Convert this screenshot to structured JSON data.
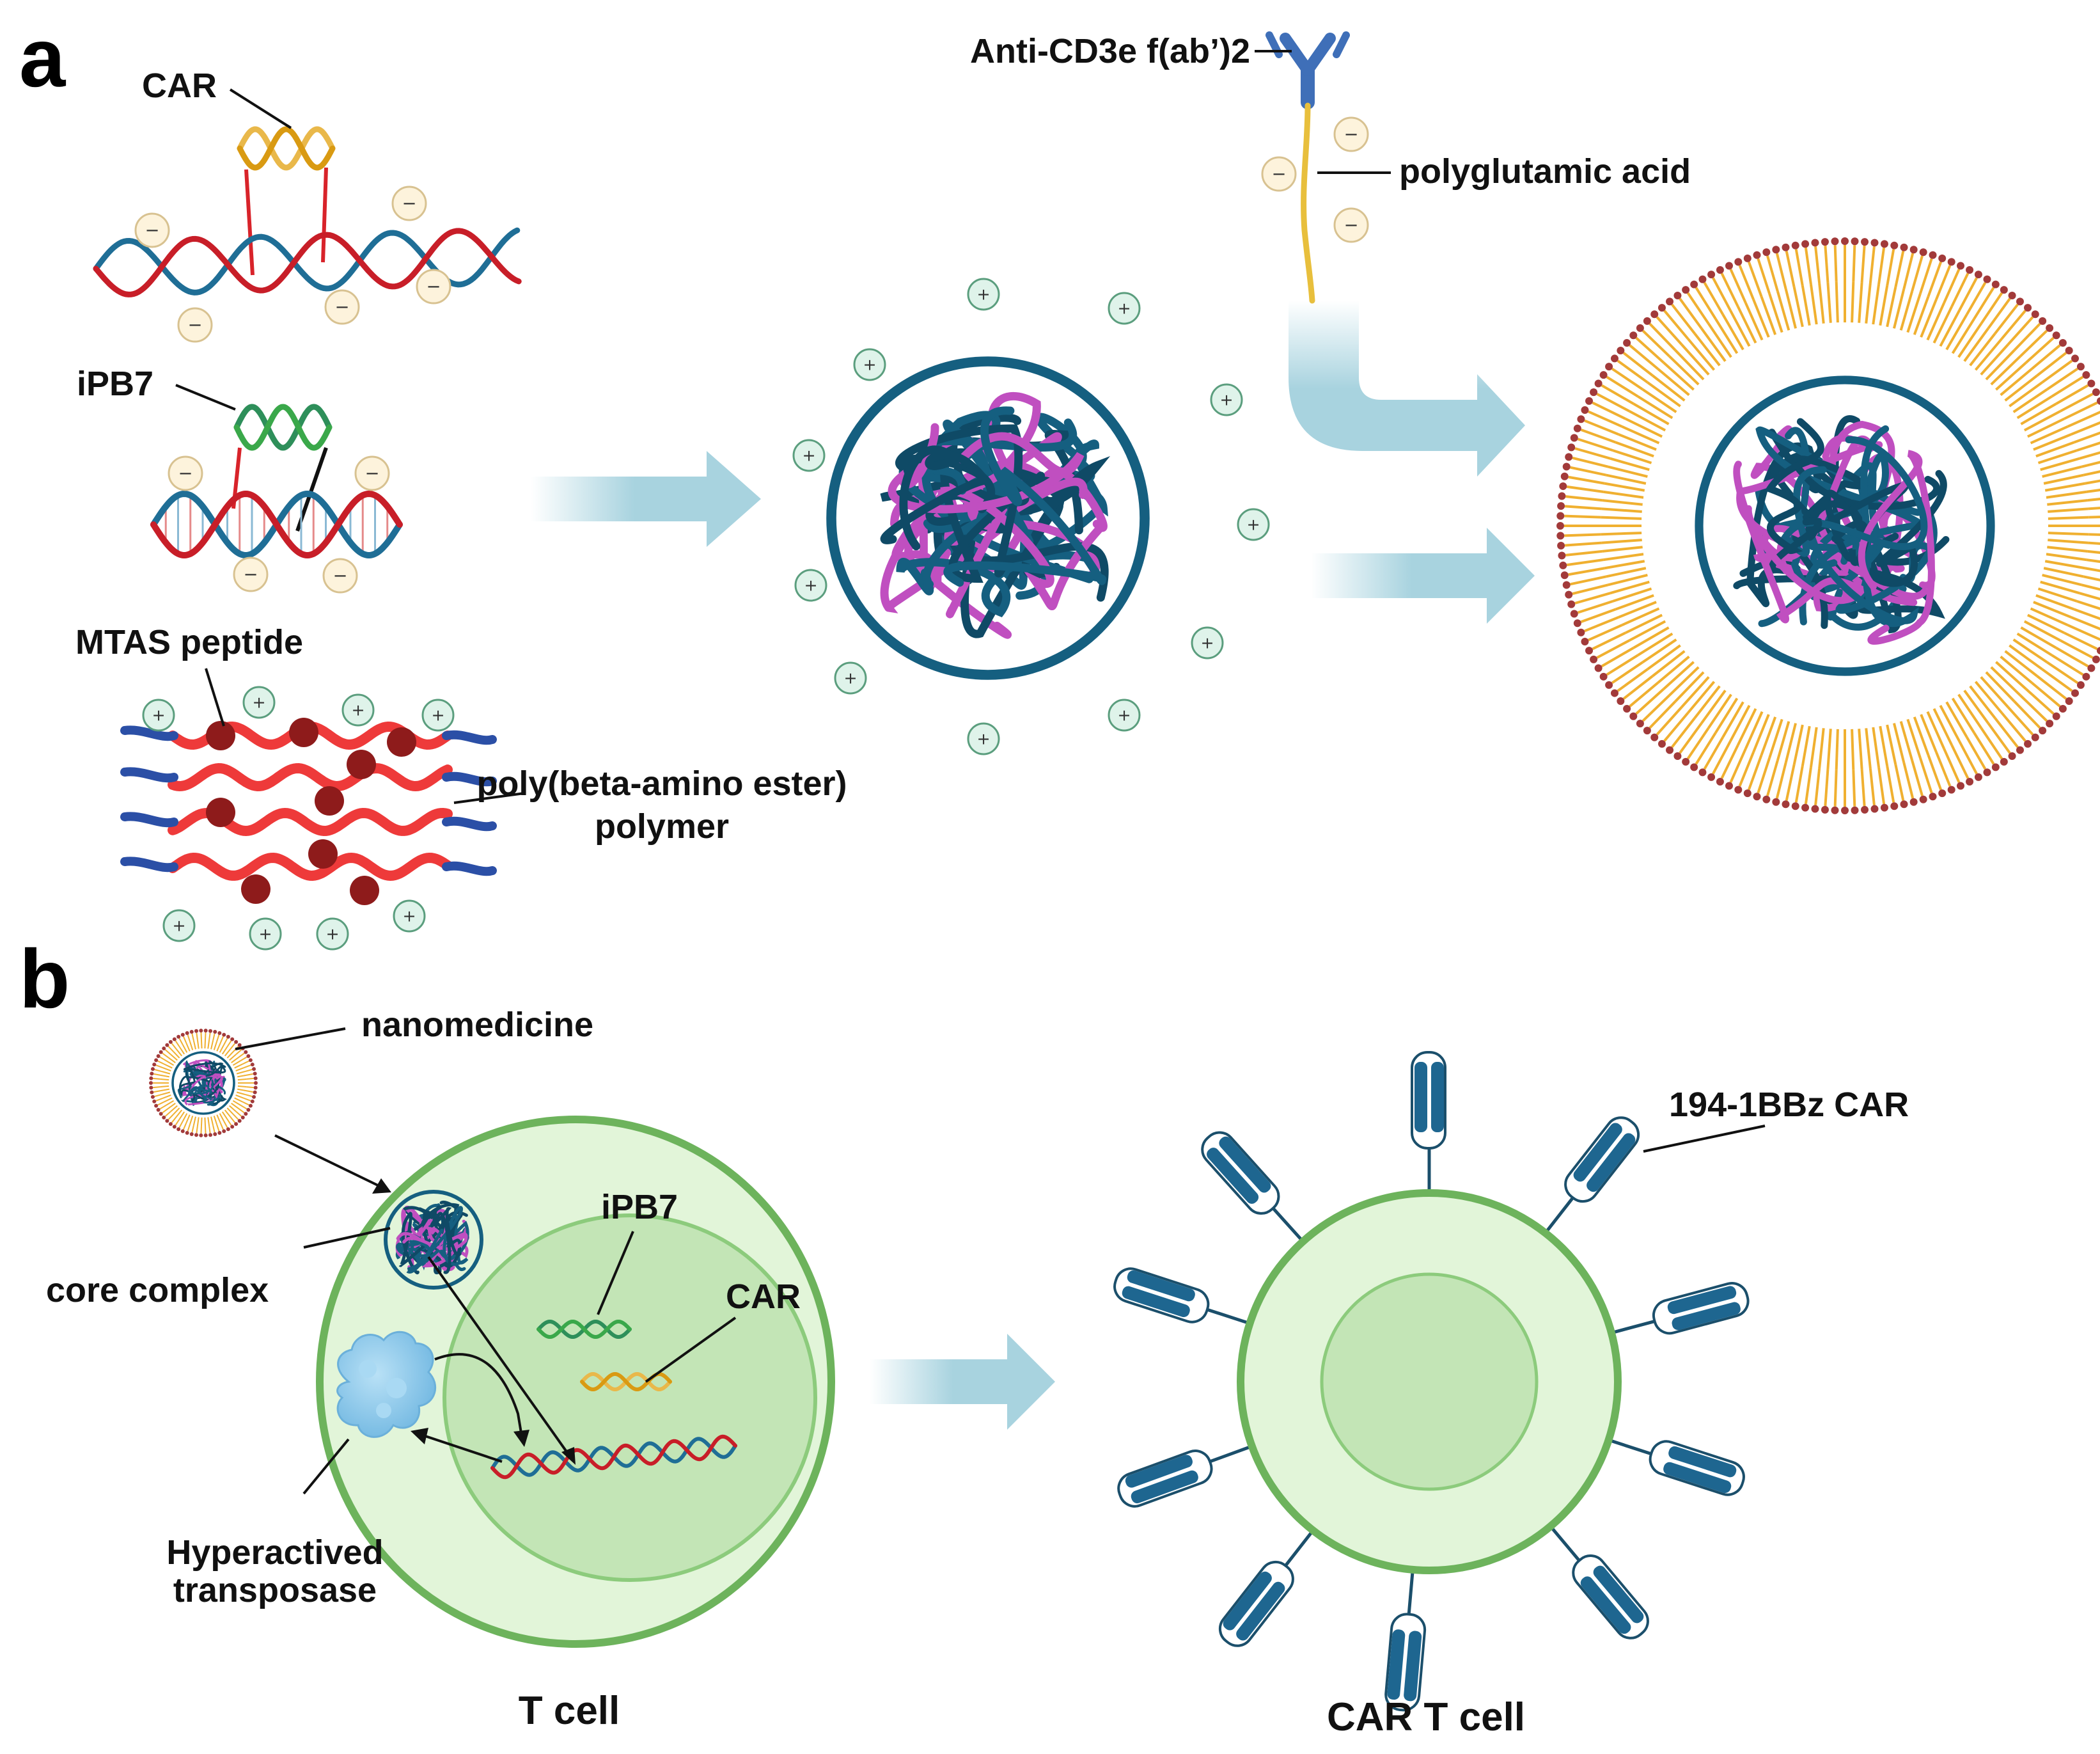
{
  "panel_a": {
    "letter": "a",
    "labels": {
      "car": "CAR",
      "ipb7": "iPB7",
      "mtas": "MTAS peptide",
      "pbae_1": "poly(beta-amino ester)",
      "pbae_2": "polymer",
      "antibody": "Anti-CD3e f(ab’)2",
      "pga": "polyglutamic acid"
    }
  },
  "panel_b": {
    "letter": "b",
    "labels": {
      "nanomedicine": "nanomedicine",
      "core_complex": "core complex",
      "ipb7": "iPB7",
      "car": "CAR",
      "transposase_1": "Hyperactived",
      "transposase_2": "transposase",
      "t_cell": "T cell",
      "car_t_cell": "CAR T cell",
      "car_receptor": "194-1BBz CAR"
    }
  },
  "symbols": {
    "negative": "−",
    "positive": "+"
  },
  "colors": {
    "dna_red": "#c81e28",
    "dna_blue": "#1f6e96",
    "car_gene": "#d99a12",
    "ipb7_gene": "#3aa84a",
    "polymer_red": "#ee3a3a",
    "polymer_blue": "#2b4fa6",
    "peptide": "#8e1b1b",
    "coil_blue": "#155f80",
    "coil_magenta": "#c04fc0",
    "lipid_head": "#a23a3a",
    "lipid_tail": "#f0b030",
    "arrow": "#a8d3df",
    "cell_fill": "#e2f5d9",
    "cell_border": "#6db35c",
    "nucleus_fill": "#c3e5b6",
    "receptor": "#1e6690",
    "enzyme": "#86c7ec"
  }
}
